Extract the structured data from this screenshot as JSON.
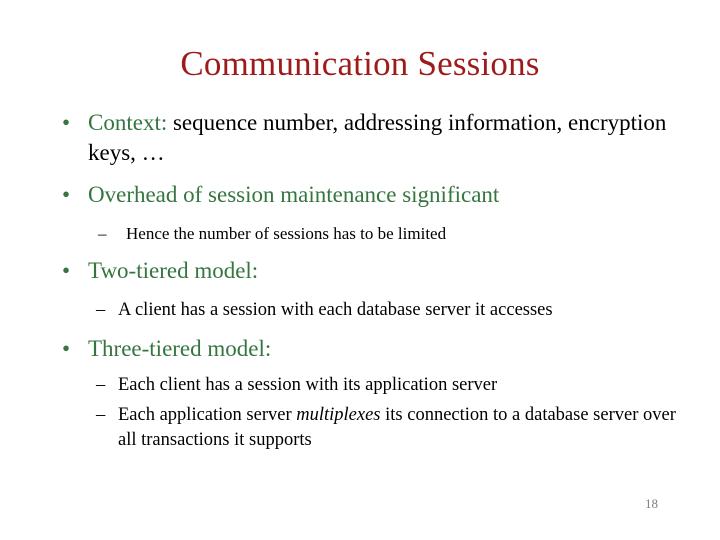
{
  "slide": {
    "title": "Communication Sessions",
    "page_number": "18",
    "colors": {
      "title": "#9e1b1b",
      "bullet_green": "#35753f",
      "body_black": "#000000",
      "page_number": "#808080",
      "background": "#ffffff"
    },
    "bullets": [
      {
        "level": 1,
        "marker": "bullet-dot",
        "lead": "Context:",
        "lead_color": "green",
        "text": " sequence number, addressing information, encryption keys, …"
      },
      {
        "level": 1,
        "marker": "bullet-dot",
        "lead": "",
        "lead_color": "green",
        "text": "Overhead of session maintenance significant"
      },
      {
        "level": 2,
        "marker": "en-dash",
        "text": "Hence the number of sessions has to be limited"
      },
      {
        "level": 1,
        "marker": "bullet-dot",
        "lead": "",
        "lead_color": "green",
        "text": "Two-tiered model:"
      },
      {
        "level": 2,
        "marker": "en-dash",
        "text": "A client has a session with each database server it accesses"
      },
      {
        "level": 1,
        "marker": "bullet-dot",
        "lead": "",
        "lead_color": "green",
        "text": "Three-tiered model:"
      },
      {
        "level": 2,
        "marker": "en-dash",
        "text": "Each client has a session with its application server"
      },
      {
        "level": 2,
        "marker": "en-dash",
        "text_before": "Each application server ",
        "text_italic": "multiplexes",
        "text_after": " its connection to a database server over all transactions it supports"
      }
    ],
    "markers": {
      "bullet_dot": "•",
      "en_dash": "–"
    }
  }
}
